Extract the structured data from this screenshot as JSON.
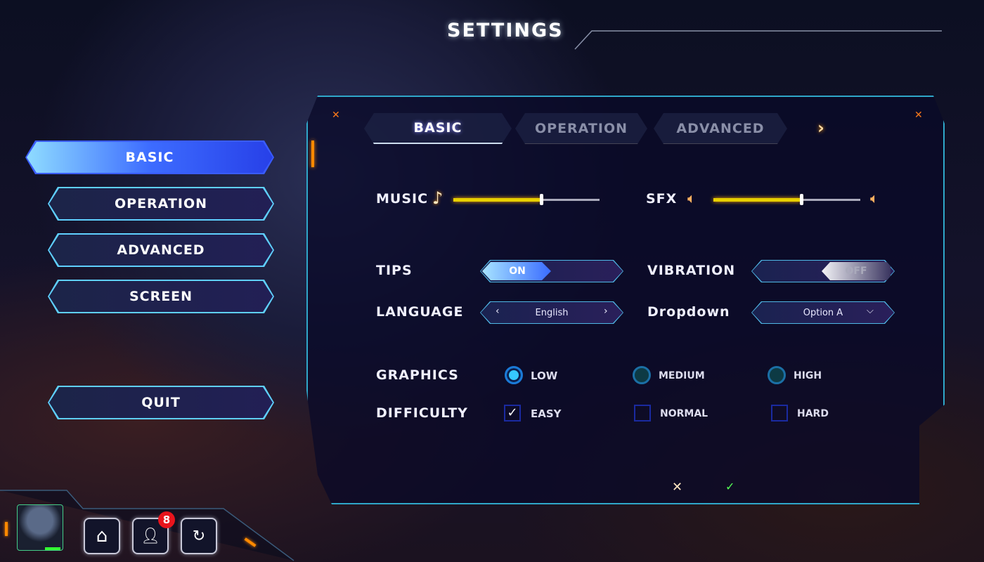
{
  "header": {
    "title": "SETTINGS"
  },
  "sidebar": {
    "items": [
      {
        "label": "BASIC",
        "active": true
      },
      {
        "label": "OPERATION"
      },
      {
        "label": "ADVANCED"
      },
      {
        "label": "SCREEN"
      }
    ],
    "quit_label": "QUIT"
  },
  "tabs": [
    {
      "label": "BASIC",
      "active": true
    },
    {
      "label": "OPERATION"
    },
    {
      "label": "ADVANCED"
    }
  ],
  "audio": {
    "music_label": "MUSIC",
    "music_value": 0.6,
    "sfx_label": "SFX",
    "sfx_value": 0.6
  },
  "toggles": {
    "tips_label": "TIPS",
    "tips_value": "ON",
    "vibration_label": "VIBRATION",
    "vibration_value": "OFF"
  },
  "language": {
    "label": "LANGUAGE",
    "value": "English"
  },
  "dropdown": {
    "label": "Dropdown",
    "value": "Option A"
  },
  "graphics": {
    "label": "GRAPHICS",
    "options": [
      "LOW",
      "MEDIUM",
      "HIGH"
    ],
    "selected": "LOW"
  },
  "difficulty": {
    "label": "DIFFICULTY",
    "options": [
      "EASY",
      "NORMAL",
      "HARD"
    ],
    "checked": [
      "EASY"
    ]
  },
  "footer": {
    "notification_count": "8"
  },
  "colors": {
    "accent": "#3a5cff",
    "border": "#2fa7c9",
    "slider": "#e8d000"
  }
}
